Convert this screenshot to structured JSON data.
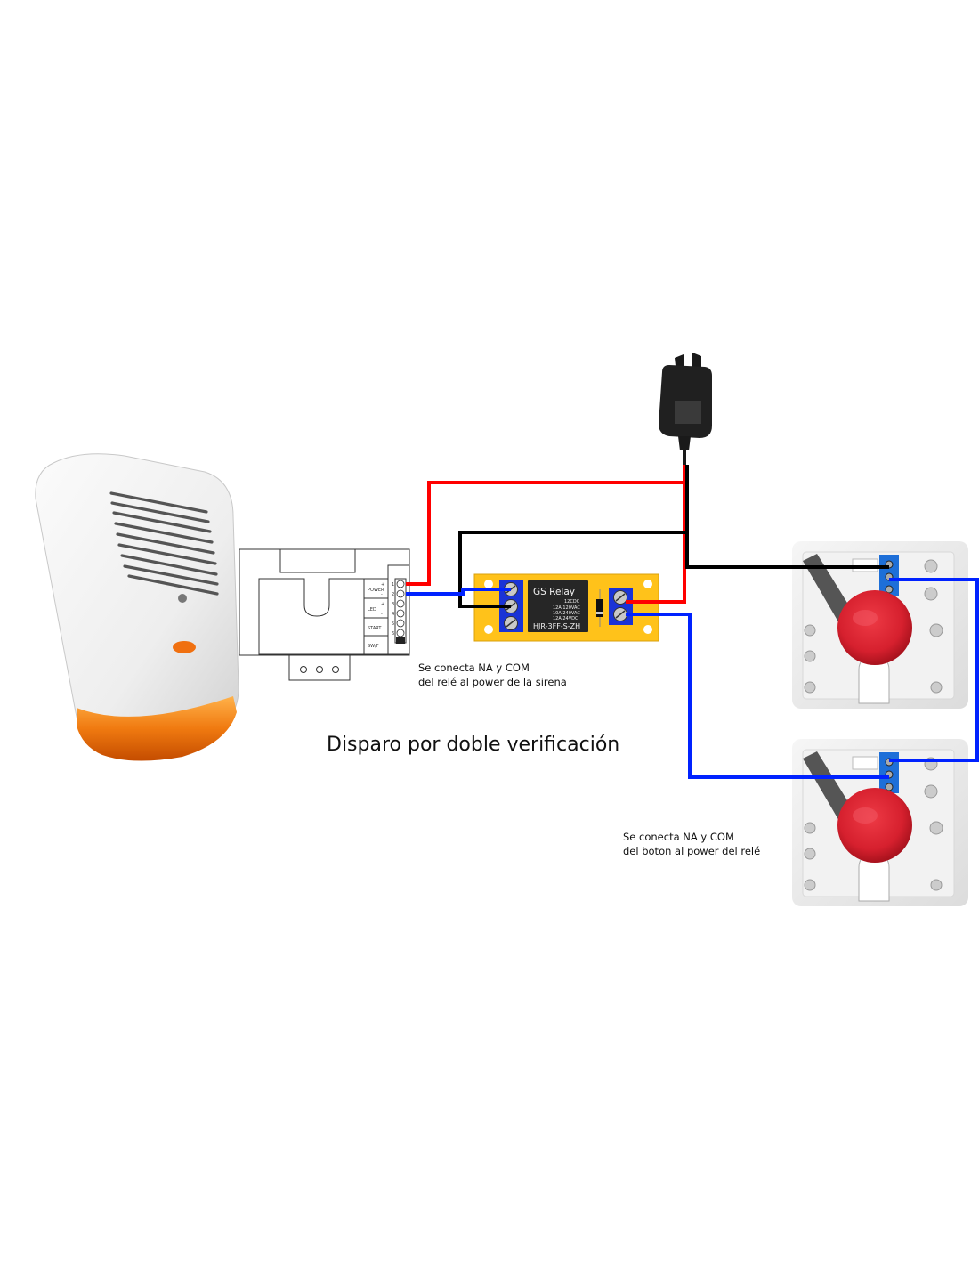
{
  "title": "Disparo por doble verificación",
  "notes": {
    "relay_to_siren": [
      "Se conecta NA y COM",
      "del relé al power de la sirena"
    ],
    "button_to_relay": [
      "Se conecta NA y COM",
      "del boton al power del relé"
    ]
  },
  "relay": {
    "brand": "GS Relay",
    "ratings": [
      "12CDC",
      "12A 120VAC",
      "10A 240VAC",
      "12A 24VDC"
    ],
    "model": "HJR-3FF-S-ZH"
  },
  "siren_board": {
    "terminal_numbers": [
      "1",
      "2",
      "3",
      "4",
      "5",
      "6"
    ],
    "labels": [
      "POWER",
      "LED",
      "START",
      "SW/F"
    ],
    "signs": [
      "+",
      "-",
      "+",
      "-"
    ]
  },
  "wire_colors": {
    "positive": "#ff0000",
    "negative": "#000000",
    "signal": "#0022ff"
  },
  "colors": {
    "relay_board": "#ffc21a",
    "terminal_block": "#1a33d6",
    "button_cap": "#d6202e",
    "siren_lens": "#f07a10"
  }
}
